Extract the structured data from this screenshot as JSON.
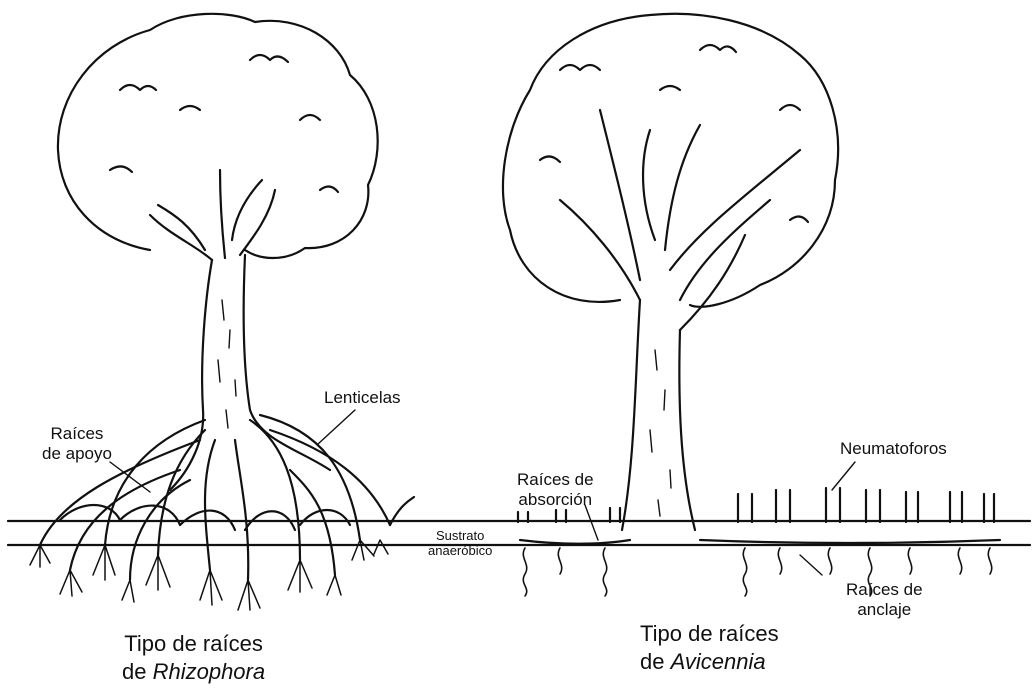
{
  "labels": {
    "raices_apoyo_1": "Raíces",
    "raices_apoyo_2": "de apoyo",
    "lenticelas": "Lenticelas",
    "raices_absorcion_1": "Raíces de",
    "raices_absorcion_2": "absorción",
    "sustrato_1": "Sustrato",
    "sustrato_2": "anaeróbico",
    "neumatoforos": "Neumatoforos",
    "raices_anclaje_1": "Raíces de",
    "raices_anclaje_2": "anclaje"
  },
  "captions": {
    "rhizophora_line1": "Tipo de raíces",
    "rhizophora_prefix": "de ",
    "rhizophora_genus": "Rhizophora",
    "avicennia_line1": "Tipo de raíces",
    "avicennia_prefix": "de ",
    "avicennia_genus": "Avicennia"
  },
  "colors": {
    "ink": "#111111",
    "background": "#ffffff"
  }
}
